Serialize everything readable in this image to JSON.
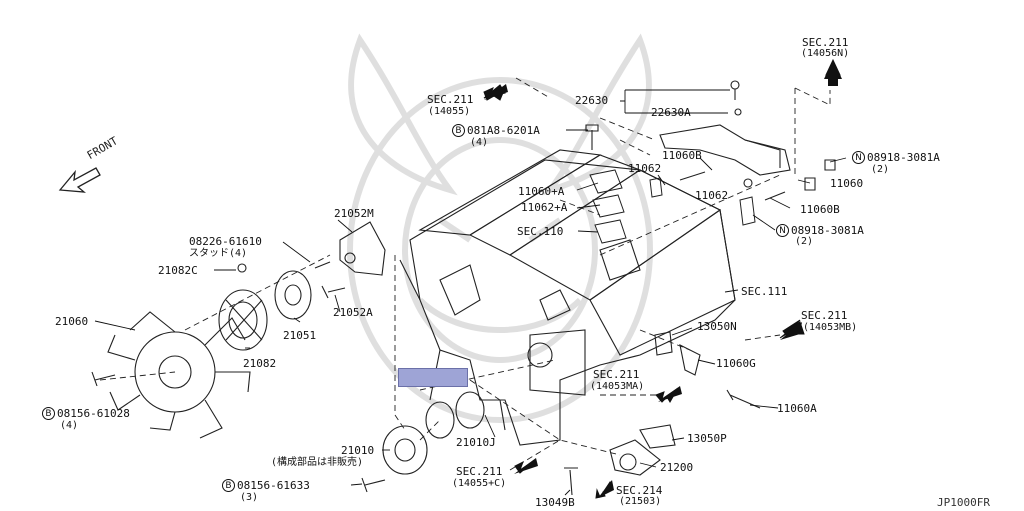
{
  "orientation": "FRONT",
  "diagram_id": "JP1000FR",
  "colors": {
    "highlight": "#9ea4d6",
    "line": "#111111",
    "watermark": "#d8d8d8"
  },
  "labels": {
    "sec211_14055": "SEC.211",
    "sec211_14055_sub": "(14055)",
    "p22630": "22630",
    "p22630A": "22630A",
    "sec211_14056n": "SEC.211",
    "sec211_14056n_sub": "(14056N)",
    "p081A8": "081A8-6201A",
    "p081A8_qty": "(4)",
    "p08918_top": "08918-3081A",
    "p08918_top_qty": "(2)",
    "p11060B_a": "11060B",
    "p11062_a": "11062",
    "p11060": "11060",
    "p11060plusA": "11060+A",
    "p11062_b": "11062",
    "p11062plusA": "11062+A",
    "p11060B_b": "11060B",
    "p08918_mid": "08918-3081A",
    "p08918_mid_qty": "(2)",
    "sec110": "SEC.110",
    "p21052M": "21052M",
    "p08226": "08226-61610",
    "p08226_jp": "スタッド(4)",
    "p21082C": "21082C",
    "sec111": "SEC.111",
    "p21060": "21060",
    "p21052A": "21052A",
    "p21051": "21051",
    "sec211_14053mb": "SEC.211",
    "sec211_14053mb_sub": "(14053MB)",
    "p13050N": "13050N",
    "p21082": "21082",
    "p11060G": "11060G",
    "sec211_14053ma": "SEC.211",
    "sec211_14053ma_sub": "(14053MA)",
    "p08156_a": "08156-61028",
    "p08156_a_qty": "(4)",
    "p11060A": "11060A",
    "p21010J": "21010J",
    "p13050P": "13050P",
    "p21010": "21010",
    "p21010_jp": "(構成部品は非販売)",
    "p21200": "21200",
    "sec211_14055c": "SEC.211",
    "sec211_14055c_sub": "(14055+C)",
    "p08156_b": "08156-61633",
    "p08156_b_qty": "(3)",
    "sec214": "SEC.214",
    "sec214_sub": "(21503)",
    "p13049B": "13049B",
    "bolt_mark": "B",
    "nut_mark": "N"
  }
}
